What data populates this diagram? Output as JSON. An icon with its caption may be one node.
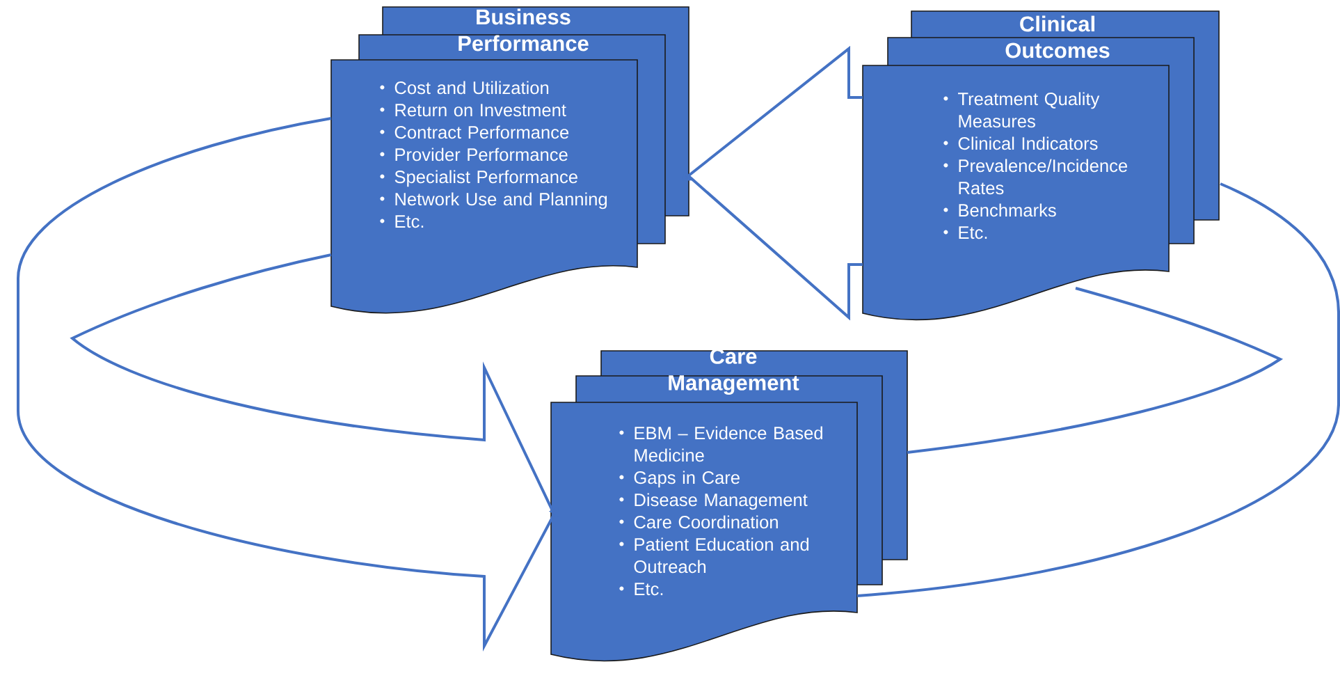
{
  "diagram": {
    "nodes": [
      {
        "text": [
          "Business Performance",
          "Cost and Utilization",
          "Return on Investment",
          "Contract Performance",
          "Provider Performance",
          "Specialist Performance",
          "Network Use and Planning",
          "Etc."
        ]
      },
      {
        "text": [
          "Clinical Outcomes",
          "Treatment Quality Measures",
          "Clinical Indicators",
          "Prevalence/Incidence Rates",
          "Benchmarks",
          "Etc."
        ]
      },
      {
        "text": [
          "Care Management",
          "EBM – Evidence Based Medicine",
          "Gaps in Care",
          "Disease Management",
          "Care Coordination",
          "Patient Education and Outreach",
          "Etc."
        ]
      }
    ],
    "edges": [
      {
        "from": 1,
        "to": 0,
        "arrow": "to"
      },
      {
        "from": 0,
        "to": 2,
        "arrow": "to"
      },
      {
        "from": 2,
        "to": 1,
        "arrow": "none"
      }
    ]
  }
}
